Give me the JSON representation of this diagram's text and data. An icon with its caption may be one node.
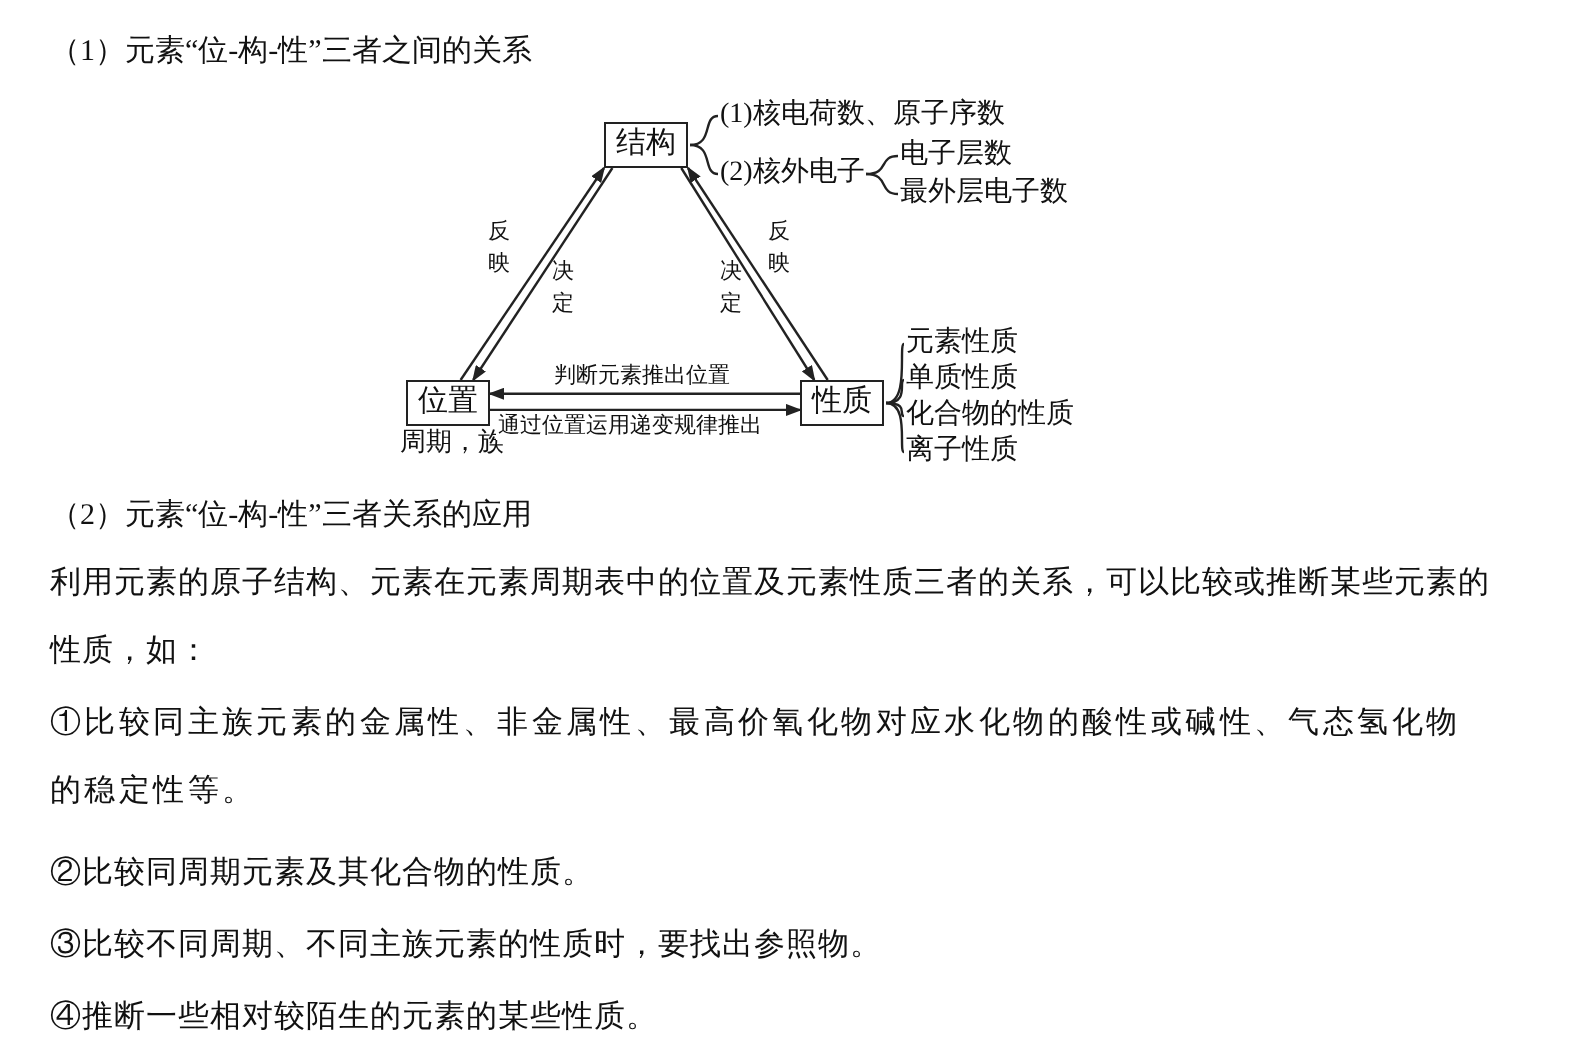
{
  "diagram": {
    "title": "（1）元素“位-构-性”三者之间的关系",
    "nodes": [
      {
        "text": [
          "结构"
        ]
      },
      {
        "text": [
          "(1)核电荷数、原子序数"
        ]
      },
      {
        "text": [
          "(2)核外电子"
        ]
      },
      {
        "text": [
          "电子层数"
        ]
      },
      {
        "text": [
          "最外层电子数"
        ]
      },
      {
        "text": [
          "位置"
        ],
        "beside": [
          "周期，族"
        ]
      },
      {
        "text": [
          "性质"
        ]
      },
      {
        "text": [
          "元素性质"
        ]
      },
      {
        "text": [
          "单质性质"
        ]
      },
      {
        "text": [
          "化合物的性质"
        ]
      },
      {
        "text": [
          "离子性质"
        ]
      }
    ],
    "edges": [
      {
        "from": 5,
        "to": 0,
        "arrow": "to",
        "label": "反映"
      },
      {
        "from": 0,
        "to": 5,
        "arrow": "to",
        "label": "决定"
      },
      {
        "from": 6,
        "to": 0,
        "arrow": "to",
        "label": "反映"
      },
      {
        "from": 0,
        "to": 6,
        "arrow": "to",
        "label": "决定"
      },
      {
        "from": 6,
        "to": 5,
        "arrow": "to",
        "label": "判断元素推出位置"
      },
      {
        "from": 5,
        "to": 6,
        "arrow": "to",
        "label": "通过位置运用递变规律推出"
      },
      {
        "from": 0,
        "to": 1,
        "arrow": "none"
      },
      {
        "from": 0,
        "to": 2,
        "arrow": "none"
      },
      {
        "from": 2,
        "to": 3,
        "arrow": "none"
      },
      {
        "from": 2,
        "to": 4,
        "arrow": "none"
      },
      {
        "from": 6,
        "to": 7,
        "arrow": "none"
      },
      {
        "from": 6,
        "to": 8,
        "arrow": "none"
      },
      {
        "from": 6,
        "to": 9,
        "arrow": "none"
      },
      {
        "from": 6,
        "to": 10,
        "arrow": "none"
      }
    ],
    "labels": [
      "（2）元素“位-构-性”三者关系的应用",
      "利用元素的原子结构、元素在元素周期表中的位置及元素性质三者的关系，可以比较或推断某些元素的性质，如：",
      "①比较同主族元素的金属性、非金属性、最高价氧化物对应水化物的酸性或碱性、气态氢化物的稳定性等。",
      "②比较同周期元素及其化合物的性质。",
      "③比较不同周期、不同主族元素的性质时，要找出参照物。",
      "④推断一些相对较陌生的元素的某些性质。"
    ]
  }
}
